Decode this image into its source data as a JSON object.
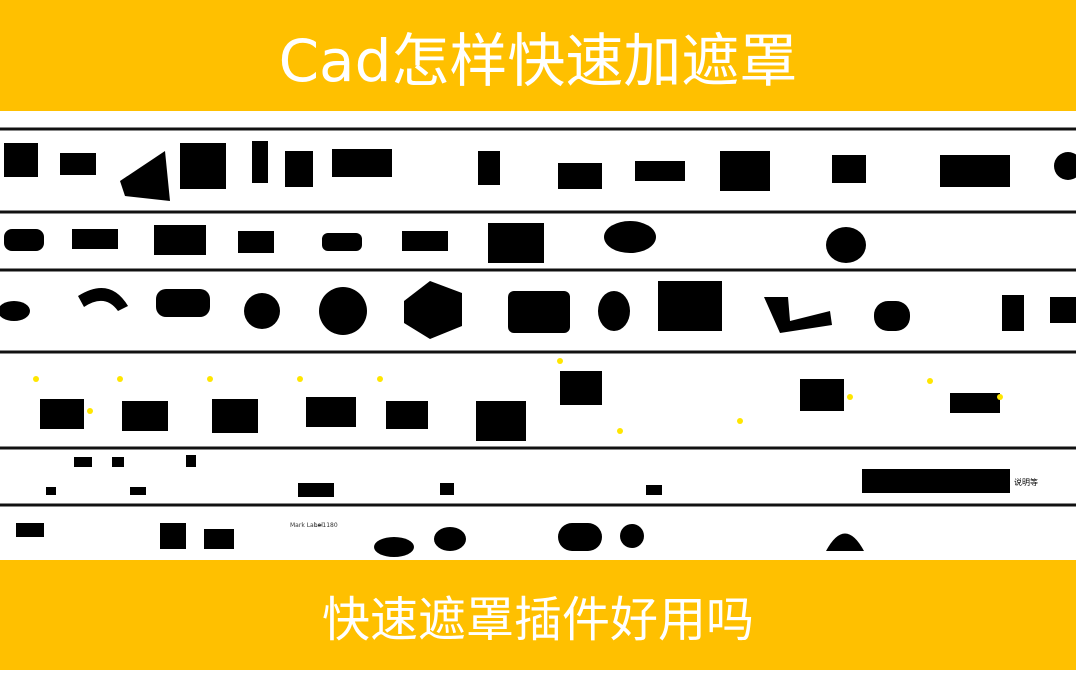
{
  "header": {
    "title": "Cad怎样快速加遮罩"
  },
  "footer": {
    "subtitle": "快速遮罩插件好用吗"
  },
  "colors": {
    "banner": "#FFC000",
    "banner_text": "#FFFFFF",
    "canvas": "#FFFFFF",
    "ink": "#000000",
    "highlight": "#FFE600"
  },
  "canvas": {
    "rows": [
      {
        "name": "sofa-group-plans"
      },
      {
        "name": "sectional-sofa-plans"
      },
      {
        "name": "round-seating-plans"
      },
      {
        "name": "sofa-set-plans-with-highlights"
      },
      {
        "name": "small-furniture-symbols"
      },
      {
        "name": "misc-block-symbols"
      }
    ],
    "small_labels": [
      "说明等",
      "Mark Label",
      "L=1180"
    ]
  }
}
